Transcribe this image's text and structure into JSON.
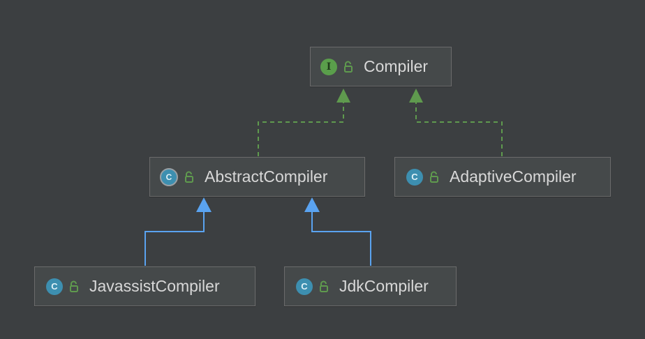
{
  "diagram": {
    "nodes": [
      {
        "id": "compiler",
        "kind": "interface",
        "badge": "I",
        "label": "Compiler"
      },
      {
        "id": "abstract",
        "kind": "abstract-class",
        "badge": "C",
        "label": "AbstractCompiler"
      },
      {
        "id": "adaptive",
        "kind": "class",
        "badge": "C",
        "label": "AdaptiveCompiler"
      },
      {
        "id": "javassist",
        "kind": "class",
        "badge": "C",
        "label": "JavassistCompiler"
      },
      {
        "id": "jdk",
        "kind": "class",
        "badge": "C",
        "label": "JdkCompiler"
      }
    ],
    "edges": [
      {
        "from": "abstract",
        "to": "compiler",
        "type": "implements",
        "style": "dashed",
        "color": "#5f9a4e"
      },
      {
        "from": "adaptive",
        "to": "compiler",
        "type": "implements",
        "style": "dashed",
        "color": "#5f9a4e"
      },
      {
        "from": "javassist",
        "to": "abstract",
        "type": "extends",
        "style": "solid",
        "color": "#5aa3f0"
      },
      {
        "from": "jdk",
        "to": "abstract",
        "type": "extends",
        "style": "solid",
        "color": "#5aa3f0"
      }
    ]
  },
  "icons": {
    "interface_badge": "interface-icon",
    "class_badge": "class-icon",
    "abstract_badge": "abstract-class-icon",
    "visibility": "unlocked-public-icon"
  },
  "colors": {
    "background": "#3c3f41",
    "node_fill": "#45494a",
    "node_border": "#6b6b6b",
    "text": "#d8d8d8",
    "implements_arrow": "#5f9a4e",
    "extends_arrow": "#5aa3f0",
    "interface_badge": "#5a9e4b",
    "class_badge": "#3d8fb0"
  }
}
